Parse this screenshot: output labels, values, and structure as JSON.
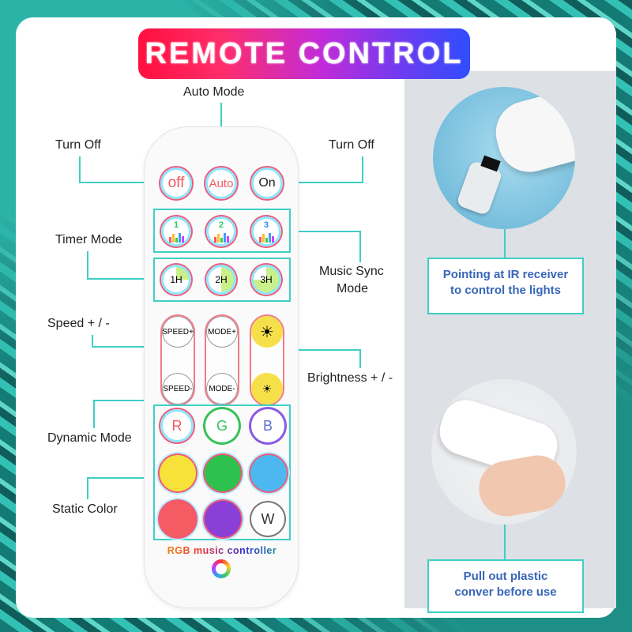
{
  "banner": {
    "title": "REMOTE CONTROL"
  },
  "labels": {
    "auto_mode": "Auto Mode",
    "turn_off_left": "Turn Off",
    "turn_off_right": "Turn Off",
    "timer_mode": "Timer Mode",
    "music_sync_line1": "Music Sync",
    "music_sync_line2": "Mode",
    "speed": "Speed + / -",
    "brightness": "Brightness + / -",
    "dynamic_mode": "Dynamic Mode",
    "static_color": "Static Color"
  },
  "remote": {
    "row1": [
      "off",
      "Auto",
      "On"
    ],
    "music": [
      "1",
      "2",
      "3"
    ],
    "timer": [
      "1H",
      "2H",
      "3H"
    ],
    "speed_plus": "SPEED+",
    "speed_minus": "SPEED-",
    "mode_plus": "MODE+",
    "mode_minus": "MODE-",
    "rgb": [
      "R",
      "G",
      "B"
    ],
    "white": "W",
    "footer": "RGB music controller"
  },
  "colors": {
    "red": "#f25a5f",
    "green": "#38c25a",
    "blue": "#5b6fd8",
    "yellow": "#f7e23a",
    "lime": "#2dc24e",
    "sky": "#4db8f0",
    "coral": "#f45b62",
    "purple": "#8a3fd6",
    "accent": "#3fcfc5"
  },
  "info": {
    "top_line1": "Pointing at IR receiver",
    "top_line2": "to control the lights",
    "bottom_line1": "Pull out plastic",
    "bottom_line2": "conver before use"
  }
}
